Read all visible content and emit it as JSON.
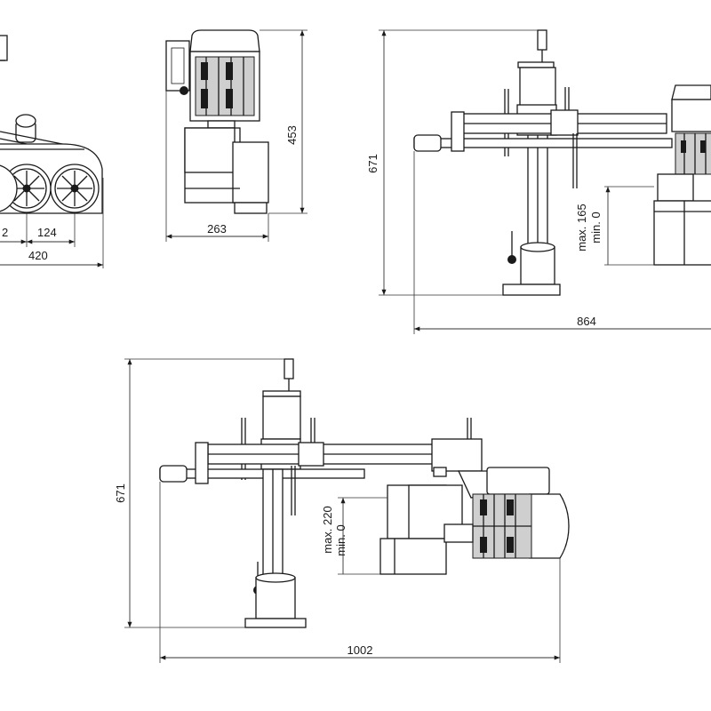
{
  "dimensions": {
    "view1_w1": "2",
    "view1_w2": "124",
    "view1_total": "420",
    "view2_height": "453",
    "view2_width": "263",
    "view3_height": "671",
    "view3_max": "max. 165",
    "view3_min": "min. 0",
    "view3_width": "864",
    "view4_height": "671",
    "view4_max": "max. 220",
    "view4_min": "min. 0",
    "view4_width": "1002"
  }
}
